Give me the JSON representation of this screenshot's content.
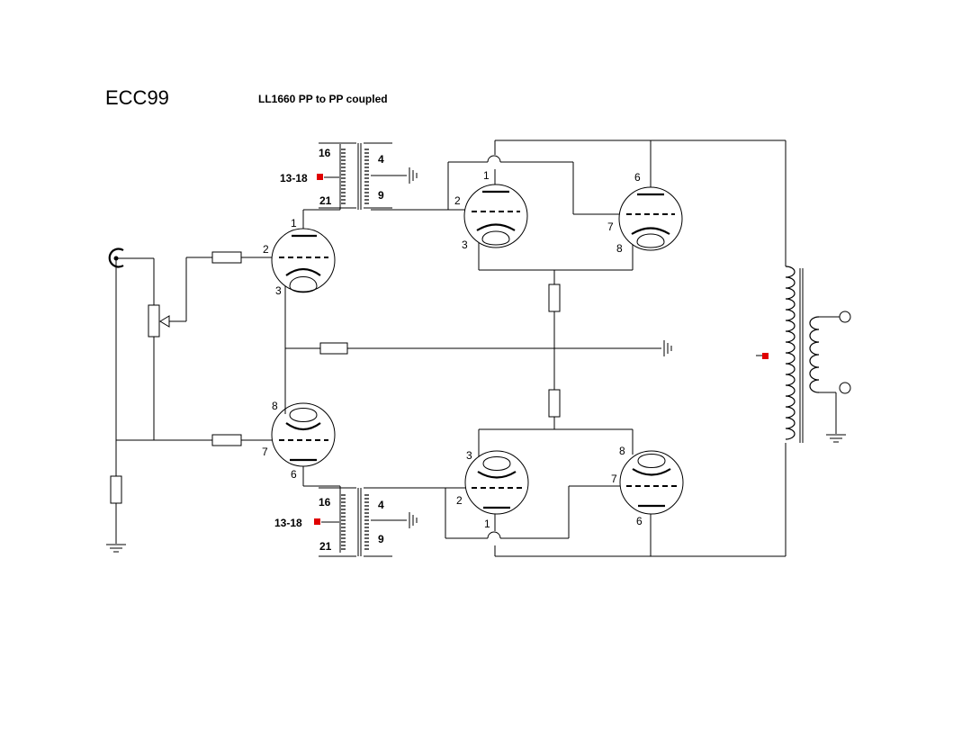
{
  "title": "ECC99",
  "subtitle": "LL1660  PP to PP coupled",
  "colors": {
    "wire": "#000000",
    "tap_marker": "#e00000",
    "background": "#ffffff"
  },
  "interstage_top": {
    "pin_tl": "16",
    "pin_ml": "13-18",
    "pin_bl": "21",
    "pin_tr": "4",
    "pin_br": "9"
  },
  "interstage_bottom": {
    "pin_tl": "16",
    "pin_ml": "13-18",
    "pin_bl": "21",
    "pin_tr": "4",
    "pin_br": "9"
  },
  "driver_top": {
    "anode": "1",
    "grid": "2",
    "cathode": "3"
  },
  "driver_bottom": {
    "anode": "6",
    "grid": "7",
    "cathode": "8"
  },
  "out_top_left": {
    "anode": "1",
    "grid": "2",
    "cathode": "3"
  },
  "out_top_right": {
    "anode": "6",
    "grid": "7",
    "cathode": "8"
  },
  "out_bottom_left": {
    "anode": "1",
    "grid": "2",
    "cathode": "3"
  },
  "out_bottom_right": {
    "anode": "6",
    "grid": "7",
    "cathode": "8"
  },
  "icons": [
    "input-jack-icon",
    "ground-icon",
    "resistor-icon",
    "potentiometer-icon",
    "triode-icon",
    "transformer-icon",
    "output-terminal-icon"
  ]
}
